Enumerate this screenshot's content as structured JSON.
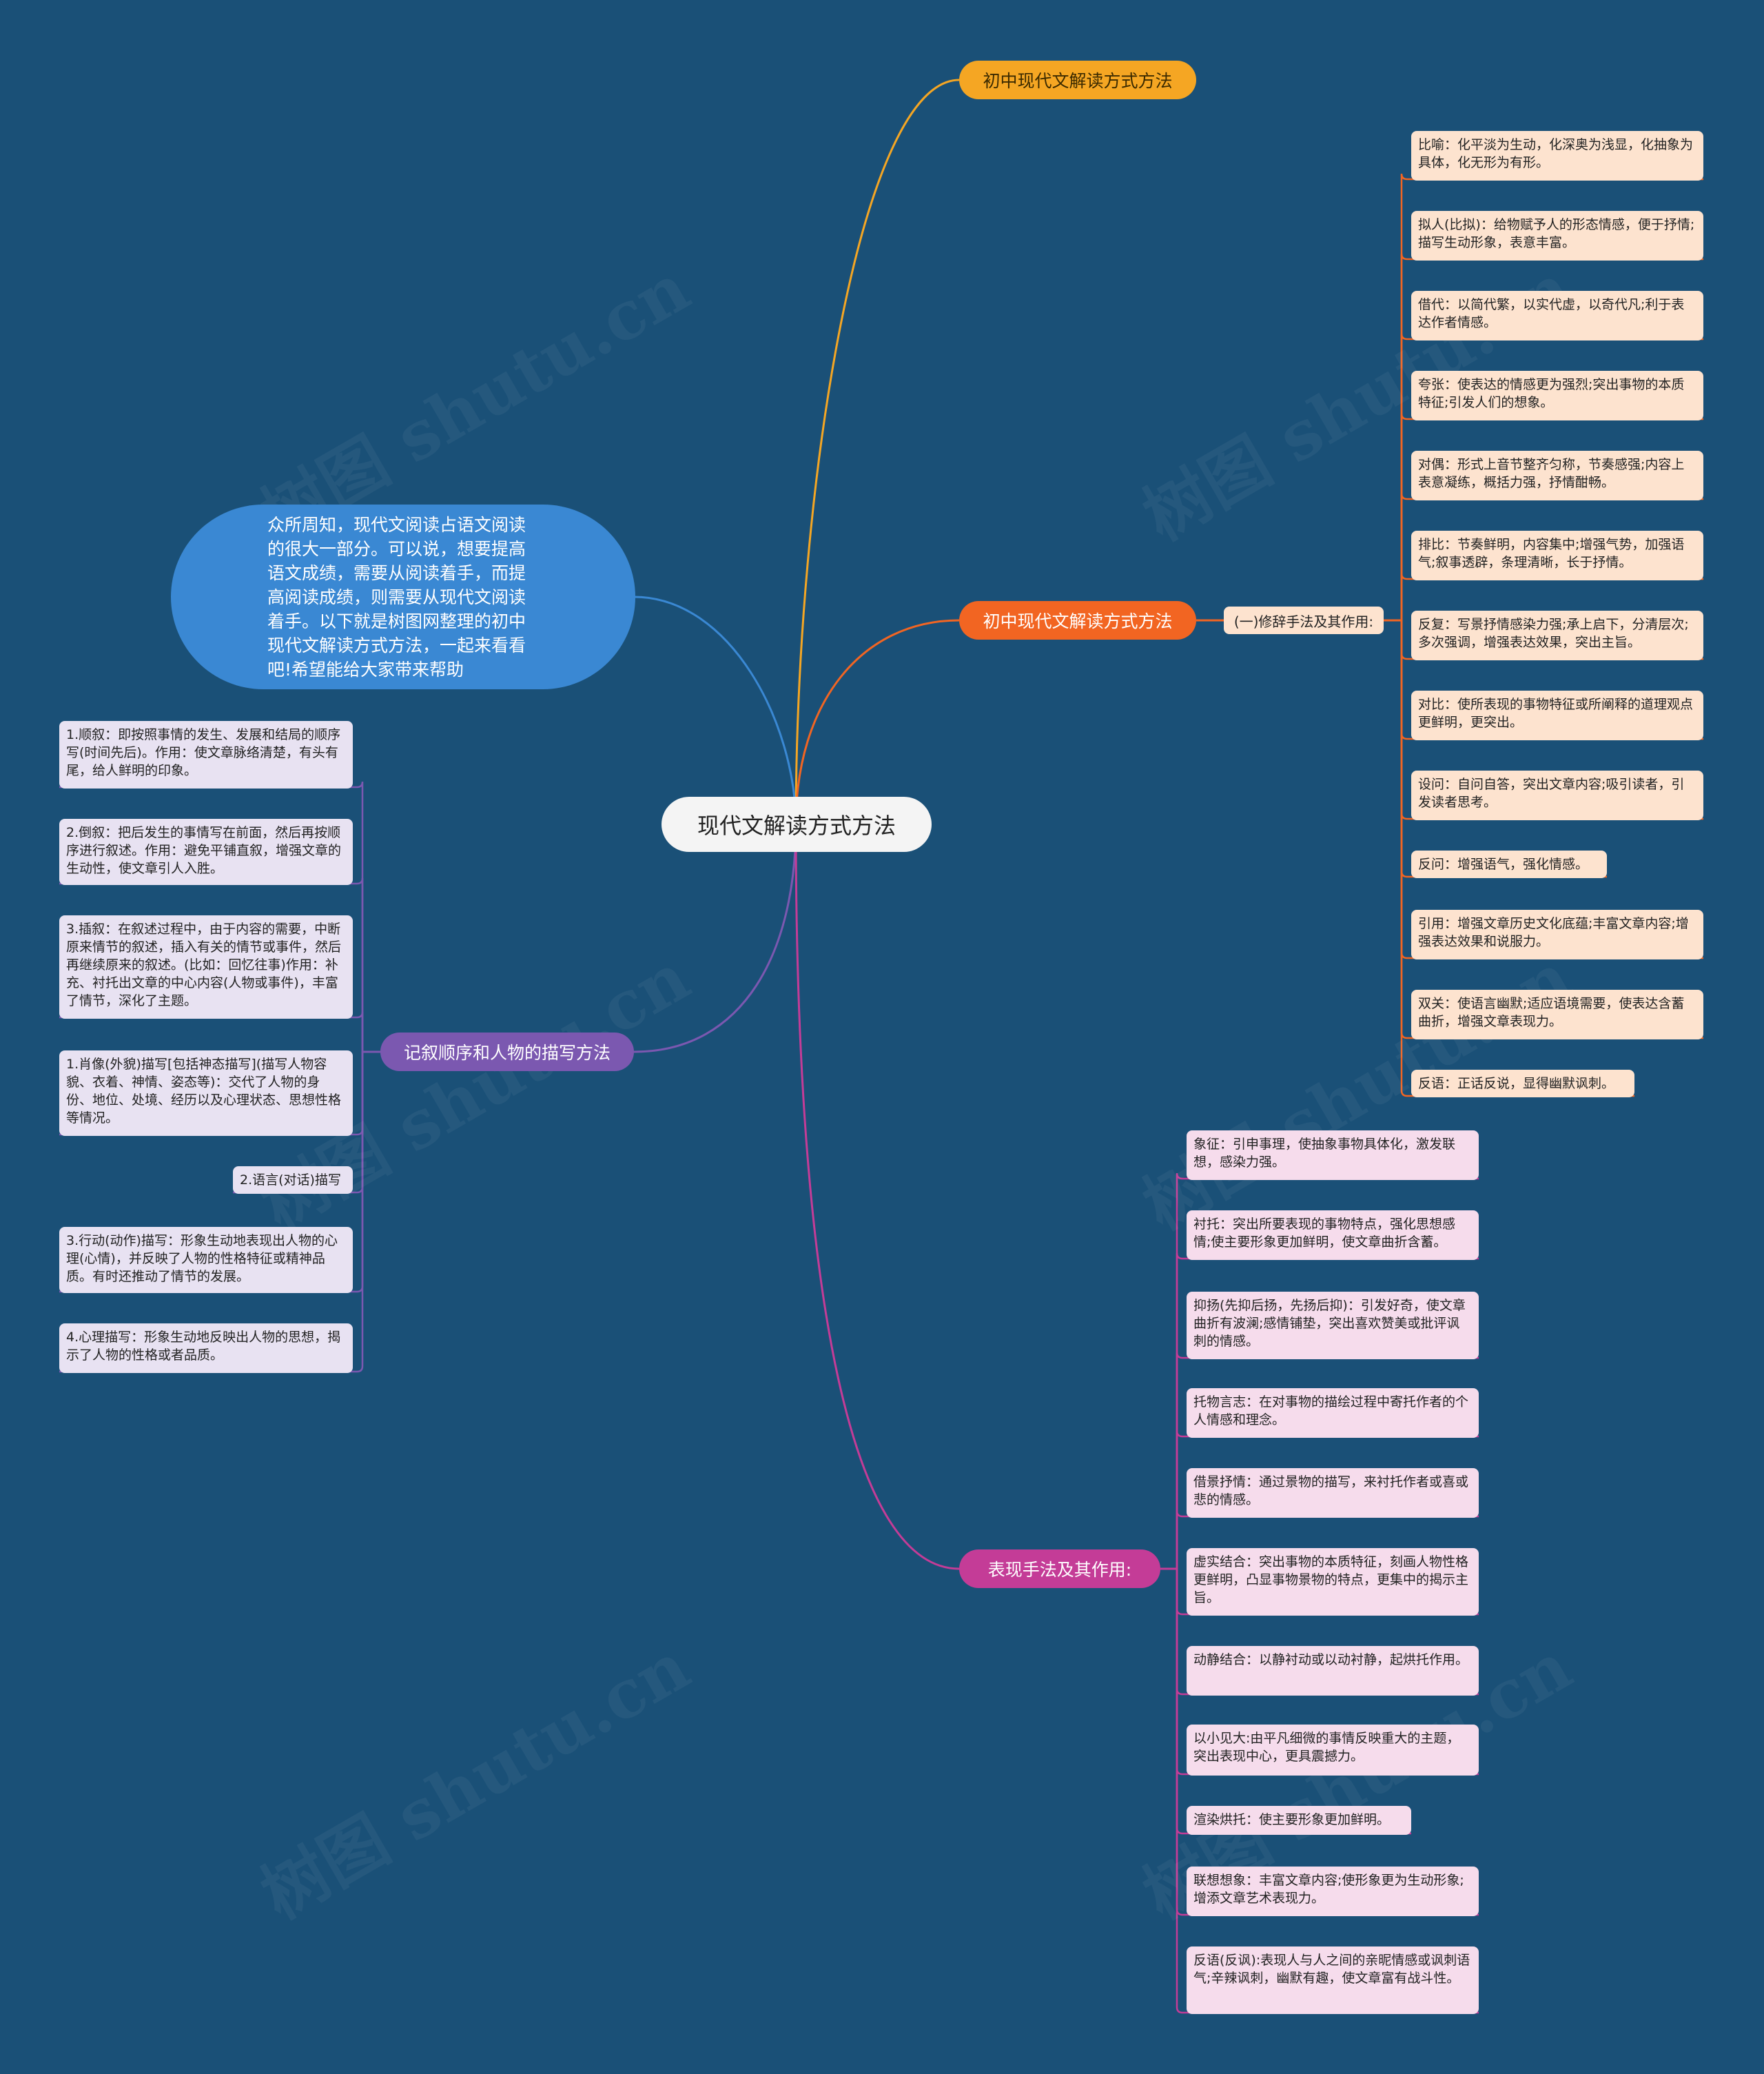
{
  "root": "现代文解读方式方法",
  "intro": "众所周知，现代文阅读占语文阅读的很大一部分。可以说，想要提高语文成绩，需要从阅读着手，而提高阅读成绩，则需要从现代文阅读着手。以下就是树图网整理的初中现代文解读方式方法，一起来看看吧!希望能给大家带来帮助",
  "watermark": "树图 shutu.cn",
  "colors": {
    "background": "#1a5077",
    "orange": "#f5a623",
    "red": "#f26522",
    "purple": "#7b58b0",
    "pink": "#c43c97",
    "blue": "#3a88d3"
  },
  "branches": {
    "top": "初中现代文解读方式方法",
    "rhetoric": "初中现代文解读方式方法",
    "rhetoric_sub": "(一)修辞手法及其作用:",
    "narrative": "记叙顺序和人物的描写方法",
    "expression": "表现手法及其作用:"
  },
  "rhetoric_items": [
    "比喻：化平淡为生动，化深奥为浅显，化抽象为具体，化无形为有形。",
    "拟人(比拟)：给物赋予人的形态情感，便于抒情;描写生动形象，表意丰富。",
    "借代：以简代繁，以实代虚，以奇代凡;利于表达作者情感。",
    "夸张：使表达的情感更为强烈;突出事物的本质特征;引发人们的想象。",
    "对偶：形式上音节整齐匀称，节奏感强;内容上表意凝练，概括力强，抒情酣畅。",
    "排比：节奏鲜明，内容集中;增强气势，加强语气;叙事透辟，条理清晰，长于抒情。",
    "反复：写景抒情感染力强;承上启下，分清层次;多次强调，增强表达效果，突出主旨。",
    "对比：使所表现的事物特征或所阐释的道理观点更鲜明，更突出。",
    "设问：自问自答，突出文章内容;吸引读者，引发读者思考。",
    "反问：增强语气，强化情感。",
    "引用：增强文章历史文化底蕴;丰富文章内容;增强表达效果和说服力。",
    "双关：使语言幽默;适应语境需要，使表达含蓄曲折，增强文章表现力。",
    "反语：正话反说，显得幽默讽刺。"
  ],
  "narrative_items": [
    "1.顺叙：即按照事情的发生、发展和结局的顺序写(时间先后)。作用：使文章脉络清楚，有头有尾，给人鲜明的印象。",
    "2.倒叙：把后发生的事情写在前面，然后再按顺序进行叙述。作用：避免平铺直叙，增强文章的生动性，使文章引人入胜。",
    "3.插叙：在叙述过程中，由于内容的需要，中断原来情节的叙述，插入有关的情节或事件，然后再继续原来的叙述。(比如：回忆往事)作用：补充、衬托出文章的中心内容(人物或事件)，丰富了情节，深化了主题。",
    "1.肖像(外貌)描写[包括神态描写](描写人物容貌、衣着、神情、姿态等)：交代了人物的身份、地位、处境、经历以及心理状态、思想性格等情况。",
    "2.语言(对话)描写",
    "3.行动(动作)描写：形象生动地表现出人物的心理(心情)，并反映了人物的性格特征或精神品质。有时还推动了情节的发展。",
    "4.心理描写：形象生动地反映出人物的思想，揭示了人物的性格或者品质。"
  ],
  "expression_items": [
    "象征：引申事理，使抽象事物具体化，激发联想，感染力强。",
    "衬托：突出所要表现的事物特点，强化思想感情;使主要形象更加鲜明，使文章曲折含蓄。",
    "抑扬(先抑后扬，先扬后抑)：引发好奇，使文章曲折有波澜;感情铺垫，突出喜欢赞美或批评讽刺的情感。",
    "托物言志：在对事物的描绘过程中寄托作者的个人情感和理念。",
    "借景抒情：通过景物的描写，来衬托作者或喜或悲的情感。",
    "虚实结合：突出事物的本质特征，刻画人物性格更鲜明，凸显事物景物的特点，更集中的揭示主旨。",
    "动静结合：以静衬动或以动衬静，起烘托作用。",
    "以小见大:由平凡细微的事情反映重大的主题，突出表现中心，更具震撼力。",
    "渲染烘托：使主要形象更加鲜明。",
    "联想想象：丰富文章内容;使形象更为生动形象;增添文章艺术表现力。",
    "反语(反讽):表现人与人之间的亲昵情感或讽刺语气;辛辣讽刺，幽默有趣，使文章富有战斗性。"
  ]
}
